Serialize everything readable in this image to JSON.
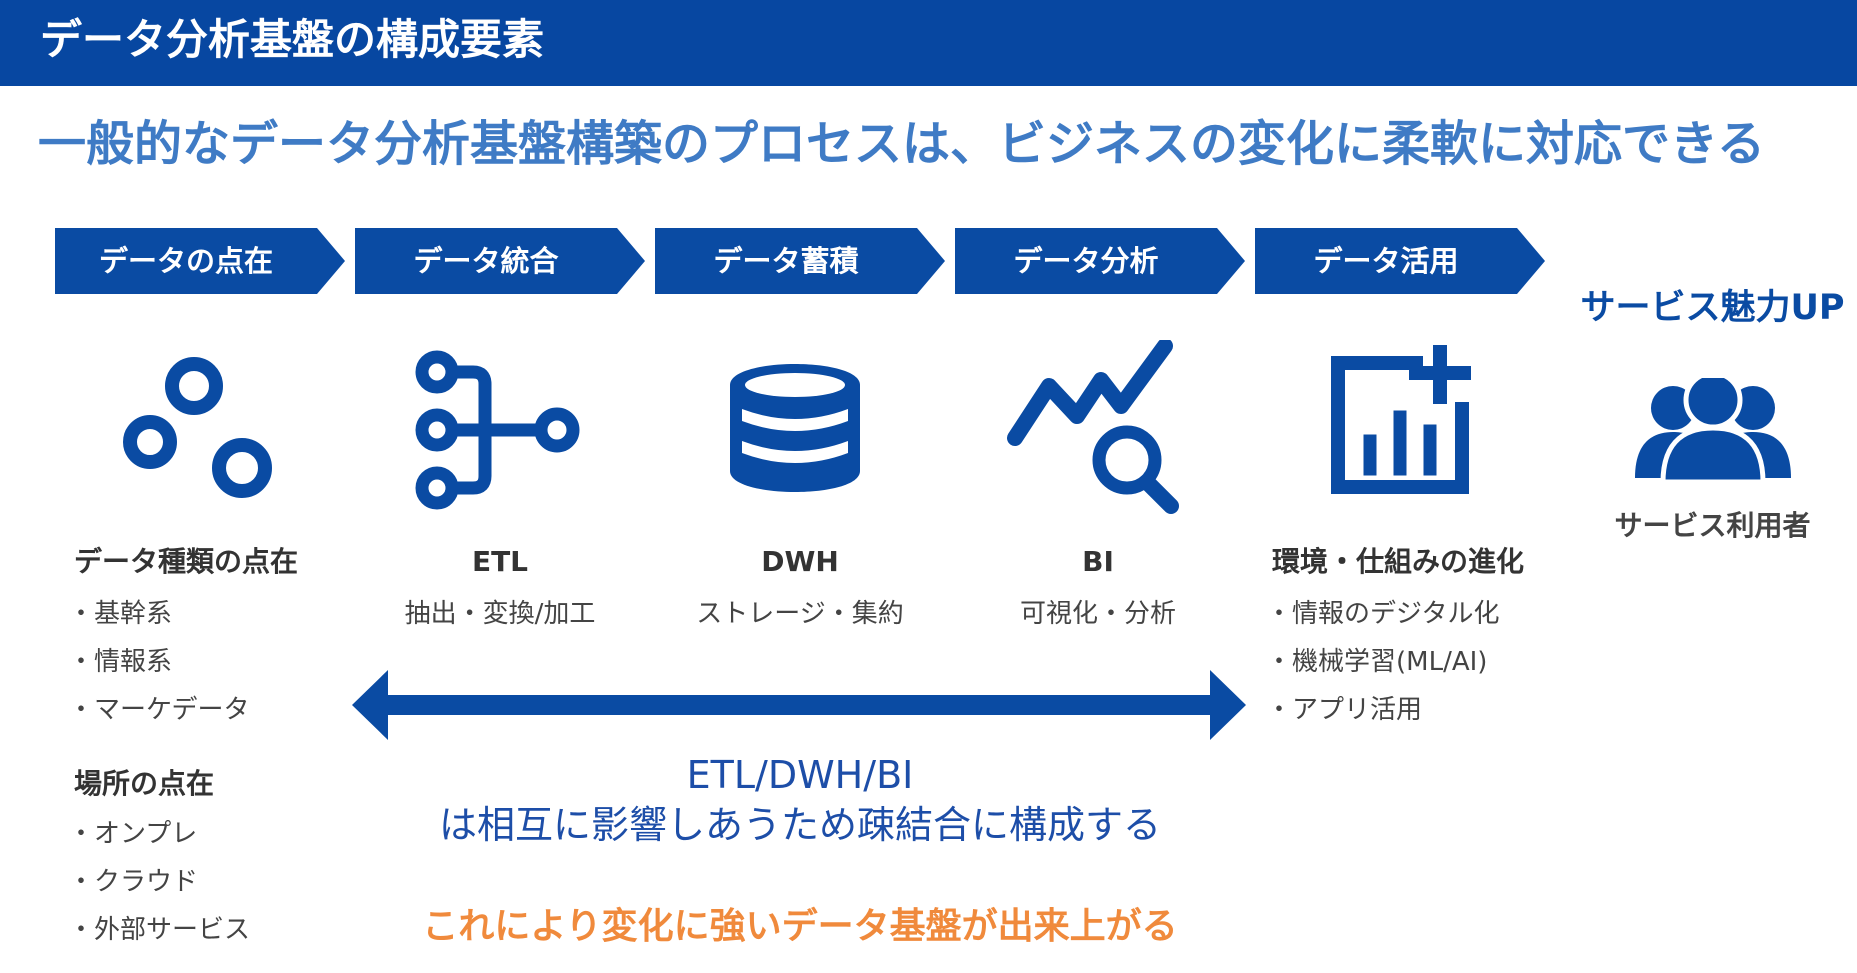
{
  "header": {
    "title": "データ分析基盤の構成要素"
  },
  "subtitle": "一般的なデータ分析基盤構築のプロセスは、ビジネスの変化に柔軟に対応できる",
  "steps": [
    {
      "label": "データの点在",
      "icon": "scattered-circles-icon"
    },
    {
      "label": "データ統合",
      "icon": "pipeline-merge-icon"
    },
    {
      "label": "データ蓄積",
      "icon": "database-icon"
    },
    {
      "label": "データ分析",
      "icon": "chart-search-icon"
    },
    {
      "label": "データ活用",
      "icon": "chart-add-icon"
    }
  ],
  "columns": {
    "scatter": {
      "title": "データ種類の点在",
      "items": [
        "基幹系",
        "情報系",
        "マーケデータ"
      ],
      "title2": "場所の点在",
      "items2": [
        "オンプレ",
        "クラウド",
        "外部サービス"
      ]
    },
    "etl": {
      "title": "ETL",
      "sub": "抽出・変換/加工"
    },
    "dwh": {
      "title": "DWH",
      "sub": "ストレージ・集約"
    },
    "bi": {
      "title": "BI",
      "sub": "可視化・分析"
    },
    "use": {
      "title": "環境・仕組みの進化",
      "items": [
        "情報のデジタル化",
        "機械学習(ML/AI)",
        "アプリ活用"
      ]
    }
  },
  "service": {
    "up": "サービス魅力UP",
    "user": "サービス利用者",
    "icon": "users-group-icon"
  },
  "notes": {
    "etl_line1": "ETL/DWH/BI",
    "etl_line2": "は相互に影響しあうため疎結合に構成する",
    "orange": "これにより変化に強いデータ基盤が出来上がる"
  },
  "colors": {
    "primary": "#0a4ba3",
    "header": "#0747a1",
    "subtitle": "#3f7bc5",
    "accent": "#f08a3c"
  }
}
